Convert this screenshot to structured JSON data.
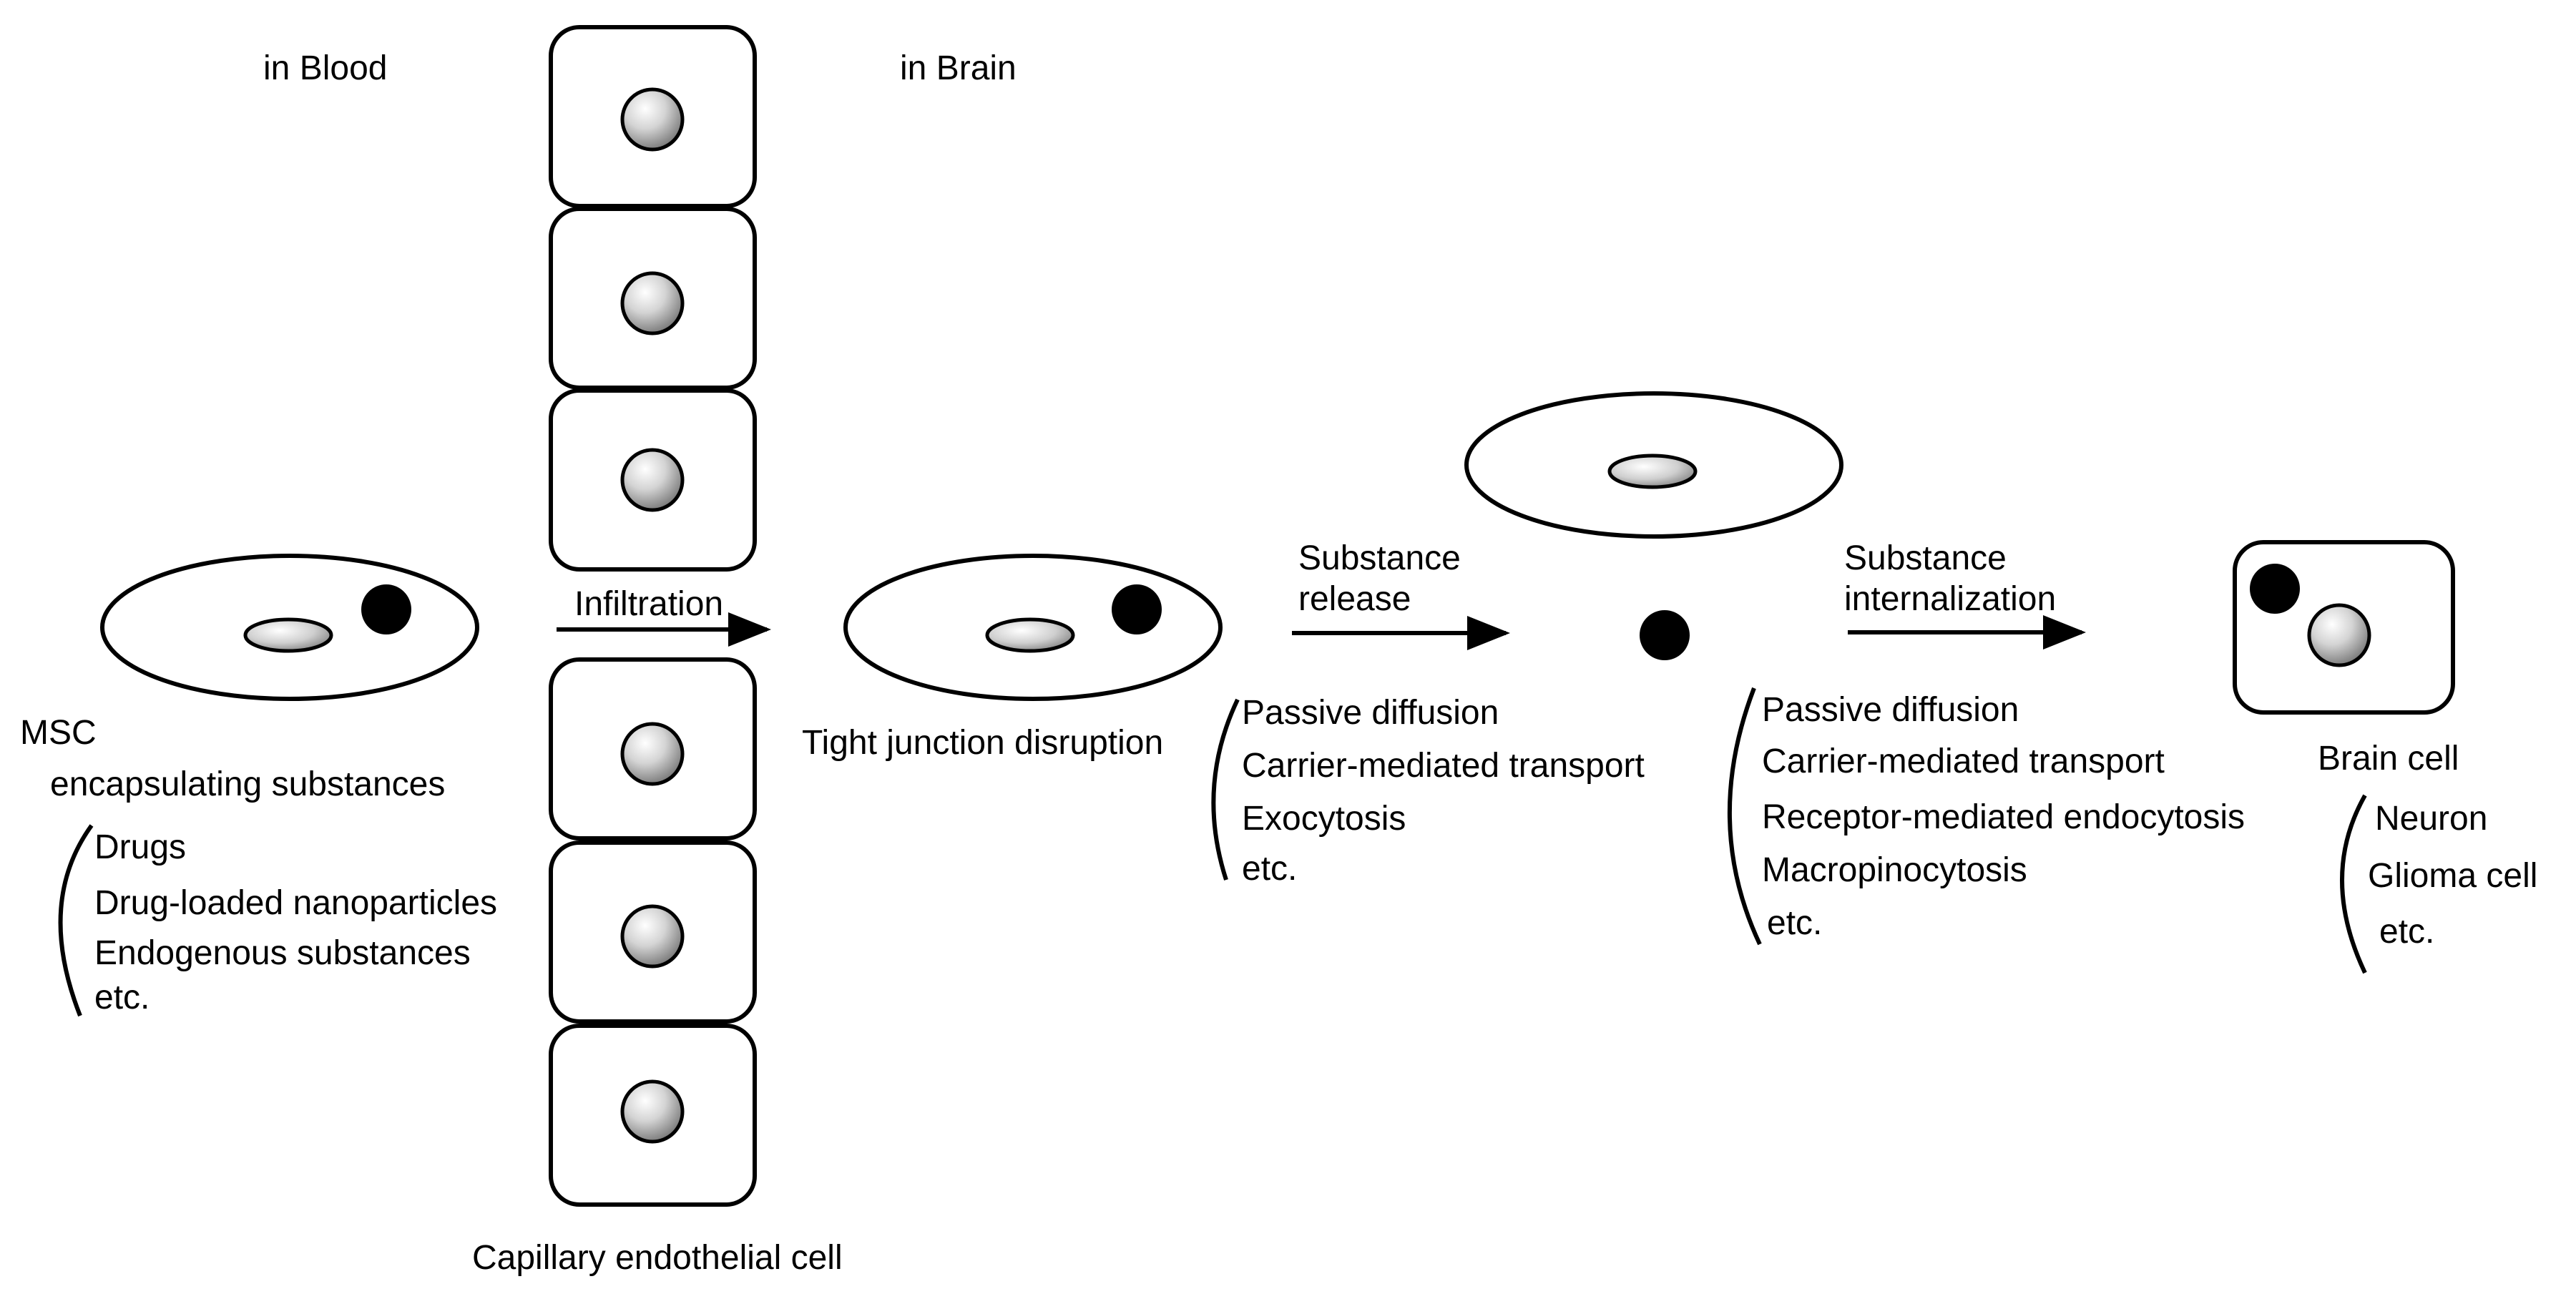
{
  "regions": {
    "blood": "in Blood",
    "brain": "in Brain"
  },
  "barrier": {
    "label": "Capillary endothelial cell"
  },
  "msc": {
    "title": "MSC",
    "subtitle": "encapsulating substances",
    "items": [
      "Drugs",
      "Drug-loaded nanoparticles",
      "Endogenous substances",
      "etc."
    ]
  },
  "step1": {
    "arrow_label": "Infiltration"
  },
  "msc_brain": {
    "caption": "Tight junction disruption"
  },
  "step2": {
    "arrow_label_line1": "Substance",
    "arrow_label_line2": "release",
    "items": [
      "Passive diffusion",
      "Carrier-mediated transport",
      "Exocytosis",
      "etc."
    ]
  },
  "step3": {
    "arrow_label_line1": "Substance",
    "arrow_label_line2": "internalization",
    "items": [
      "Passive diffusion",
      "Carrier-mediated transport",
      "Receptor-mediated endocytosis",
      "Macropinocytosis",
      "etc."
    ]
  },
  "brain_cell": {
    "title": "Brain cell",
    "items": [
      "Neuron",
      "Glioma cell",
      "etc."
    ]
  },
  "colors": {
    "ink": "#000000",
    "background": "#ffffff",
    "sphere_highlight": "#ffffff",
    "sphere_shadow": "#8a8a8a"
  }
}
